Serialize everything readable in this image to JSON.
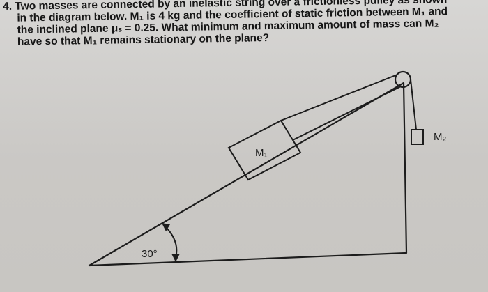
{
  "problem": {
    "number": "4.",
    "lines": [
      "Two masses are connected by an inelastic string over a frictionless pulley as shown",
      "in the diagram below.  M₁ is 4 kg and the coefficient of static friction between M₁ and",
      "the inclined plane μₛ = 0.25.  What minimum and maximum amount of mass can M₂",
      "have so that M₁ remains stationary on the plane?"
    ]
  },
  "diagram": {
    "m1_label": "M₁",
    "m2_label": "M₂",
    "angle_label": "30°"
  }
}
